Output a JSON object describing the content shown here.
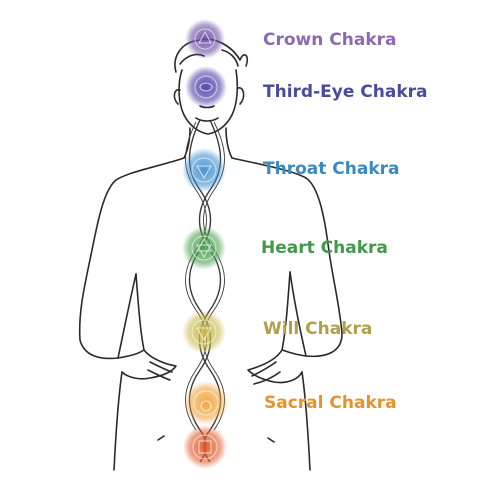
{
  "chakras": [
    {
      "label": "Crown Chakra",
      "color": "#8a6bb3",
      "orb_color": "#6a4fa3",
      "icon": "crown-chakra-symbol"
    },
    {
      "label": "Third-Eye Chakra",
      "color": "#4a4a9e",
      "orb_color": "#4b3fa6",
      "icon": "third-eye-chakra-symbol"
    },
    {
      "label": "Throat Chakra",
      "color": "#3a8ac0",
      "orb_color": "#3f8fd0",
      "icon": "throat-chakra-symbol"
    },
    {
      "label": "Heart Chakra",
      "color": "#3f9a4a",
      "orb_color": "#4aa04f",
      "icon": "heart-chakra-symbol"
    },
    {
      "label": "Will Chakra",
      "color": "#b0a04a",
      "orb_color": "#c9b94a",
      "icon": "solar-plexus-chakra-symbol"
    },
    {
      "label": "Sacral Chakra",
      "color": "#e8932a",
      "orb_color": "#f0a23a",
      "icon": "sacral-chakra-symbol"
    },
    {
      "label": "",
      "color": "#d9552a",
      "orb_color": "#e05a2a",
      "icon": "root-chakra-symbol"
    }
  ]
}
